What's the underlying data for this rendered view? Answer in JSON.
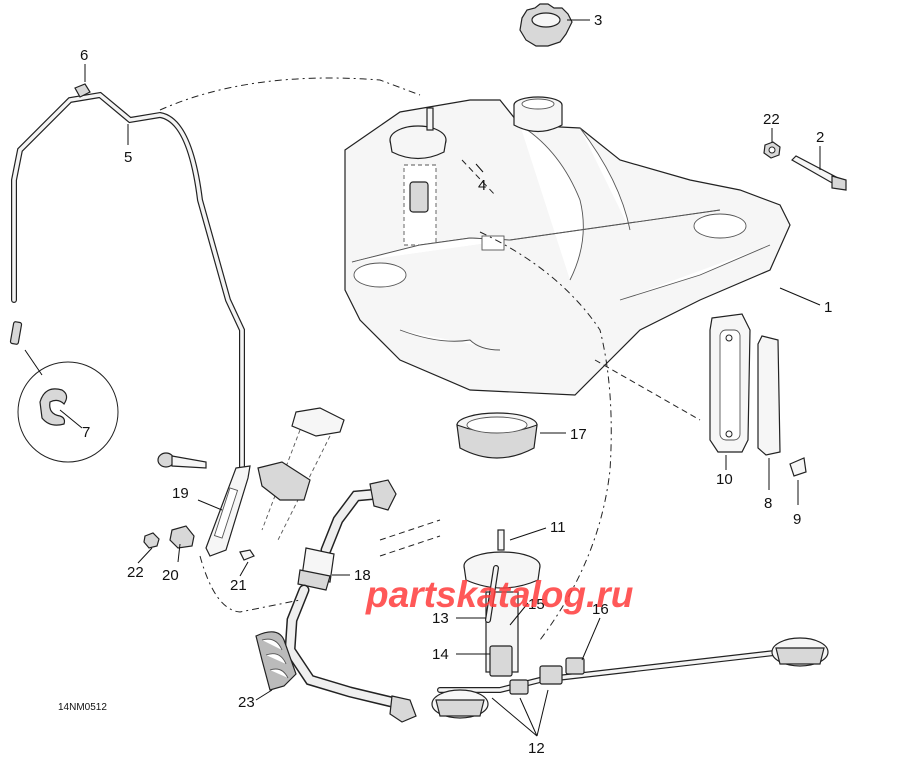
{
  "diagram": {
    "drawing_code": "14NM0512",
    "watermark": "partskatalog.ru",
    "callouts": {
      "c1": "1",
      "c2": "2",
      "c3": "3",
      "c4": "4",
      "c5": "5",
      "c6": "6",
      "c7": "7",
      "c8": "8",
      "c9": "9",
      "c10": "10",
      "c11": "11",
      "c12": "12",
      "c13": "13",
      "c14": "14",
      "c15": "15",
      "c16": "16",
      "c17": "17",
      "c18": "18",
      "c19": "19",
      "c20": "20",
      "c21": "21",
      "c22a": "22",
      "c22b": "22",
      "c23": "23"
    }
  }
}
